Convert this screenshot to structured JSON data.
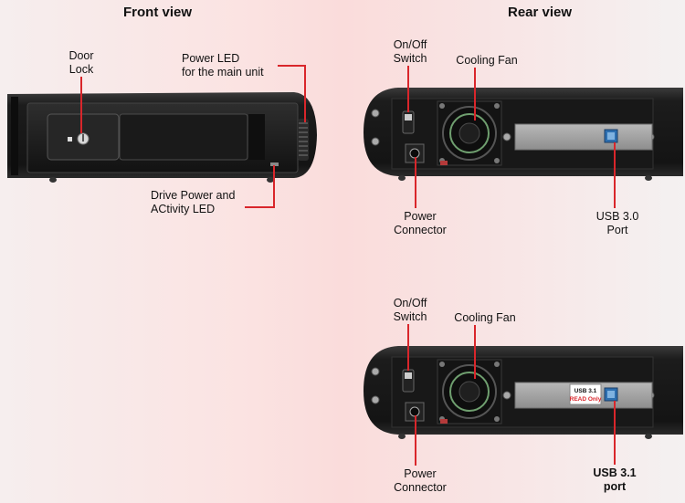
{
  "front": {
    "heading": "Front view",
    "door_lock": [
      "Door",
      "Lock"
    ],
    "power_led": [
      "Power LED",
      "for the main unit"
    ],
    "drive_led": [
      "Drive Power and",
      "ACtivity LED"
    ]
  },
  "rear_top": {
    "heading": "Rear view",
    "switch": [
      "On/Off",
      "Switch"
    ],
    "fan": "Cooling Fan",
    "power": [
      "Power",
      "Connector"
    ],
    "usb": [
      "USB 3.0",
      "Port"
    ]
  },
  "rear_bottom": {
    "switch": [
      "On/Off",
      "Switch"
    ],
    "fan": "Cooling Fan",
    "power": [
      "Power",
      "Connector"
    ],
    "usb": [
      "USB 3.1",
      "port"
    ],
    "sticker": [
      "USB 3.1",
      "READ Only"
    ]
  },
  "colors": {
    "callout": "#d9262b",
    "device": "#1b1b1b",
    "plate": "#a7a7a7"
  }
}
